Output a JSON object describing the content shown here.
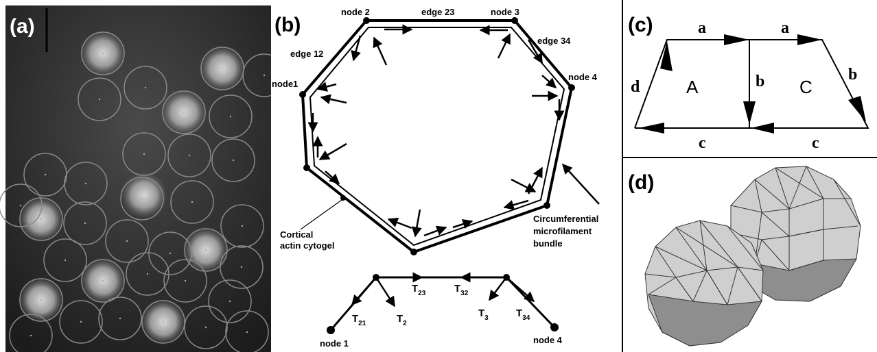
{
  "panels": {
    "a": {
      "label": "(a)"
    },
    "b": {
      "label": "(b)",
      "nodes": {
        "n1": "node1",
        "n2": "node 2",
        "n3": "node 3",
        "n4": "node 4"
      },
      "edges": {
        "e12": "edge 12",
        "e23": "edge 23",
        "e34": "edge 34"
      },
      "annotations": {
        "cortical_1": "Cortical",
        "cortical_2": "actin cytogel",
        "circ_1": "Circumferential",
        "circ_2": "microfilament",
        "circ_3": "bundle"
      },
      "bottom": {
        "node1": "node 1",
        "node4": "node 4",
        "T": "T",
        "s21": "21",
        "s2": "2",
        "s23": "23",
        "s32": "32",
        "s3": "3",
        "s34": "34"
      }
    },
    "c": {
      "label": "(c)",
      "edge_top_left": "a",
      "edge_top_right": "a",
      "edge_mid": "b",
      "edge_right": "b",
      "edge_left": "d",
      "edge_bottom_left": "c",
      "edge_bottom_right": "c",
      "cell_left": "A",
      "cell_right": "C"
    },
    "d": {
      "label": "(d)"
    }
  },
  "colors": {
    "cell_fill": "#c8c8c8",
    "cell_shade": "#8f8f8f",
    "cell_dark": "#6f6f6f",
    "micrograph_bg": "#2e2e2e"
  }
}
